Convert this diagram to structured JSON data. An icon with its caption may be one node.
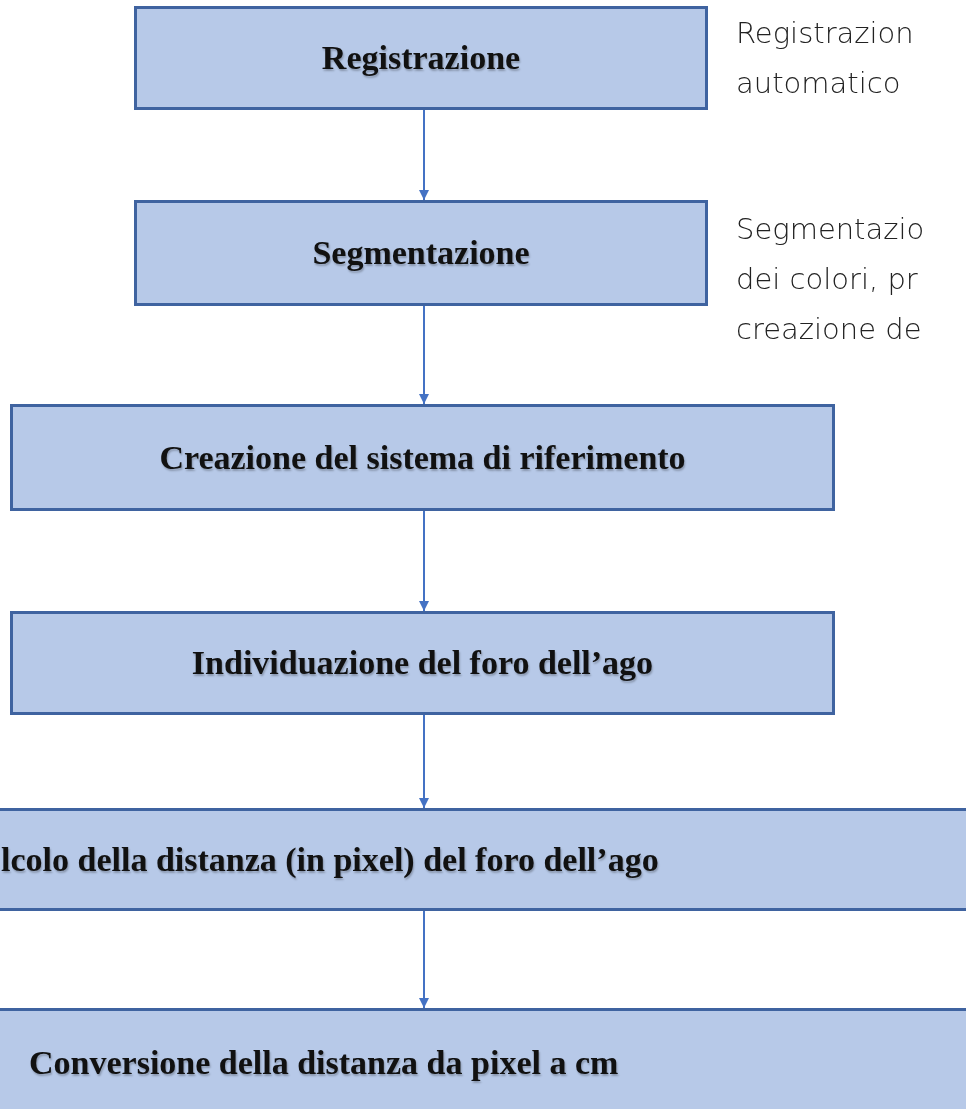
{
  "diagram": {
    "nodes": [
      {
        "text": [
          "Registrazione"
        ],
        "beside": [
          "Registrazion automatico"
        ]
      },
      {
        "text": [
          "Segmentazione"
        ],
        "beside": [
          "Segmentazio dei colori, pr creazione de"
        ]
      },
      {
        "text": [
          "Creazione del sistema di riferimento"
        ]
      },
      {
        "text": [
          "Individuazione del foro dell’ago"
        ]
      },
      {
        "text": [
          "lcolo della distanza (in pixel) del foro dell’ago"
        ]
      },
      {
        "text": [
          "Conversione della distanza da pixel a cm"
        ]
      }
    ],
    "edges": [
      {
        "from": 0,
        "to": 1,
        "arrow": "to"
      },
      {
        "from": 1,
        "to": 2,
        "arrow": "to"
      },
      {
        "from": 2,
        "to": 3,
        "arrow": "to"
      },
      {
        "from": 3,
        "to": 4,
        "arrow": "to"
      },
      {
        "from": 4,
        "to": 5,
        "arrow": "to"
      }
    ]
  }
}
